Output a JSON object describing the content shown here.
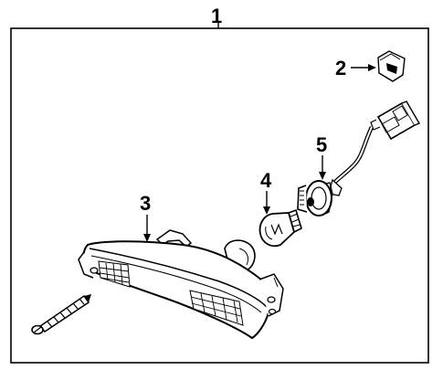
{
  "diagram": {
    "callouts": {
      "assembly": "1",
      "clip": "2",
      "lamp_housing": "3",
      "bulb": "4",
      "socket": "5"
    }
  }
}
